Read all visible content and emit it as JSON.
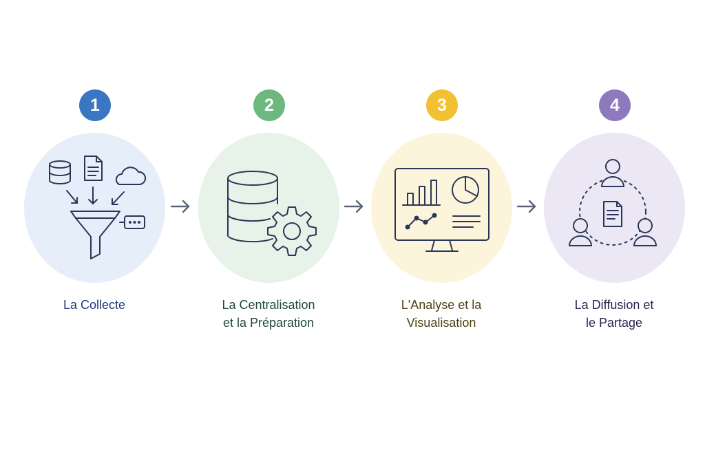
{
  "colors": {
    "line": "#2b3558",
    "arrow": "#5a6478"
  },
  "steps": [
    {
      "number": "1",
      "title_lines": [
        "La Collecte"
      ],
      "badge_color": "#3b76c2",
      "circle_color": "#e6eef9",
      "label_color": "#1e3a7a",
      "icon": "funnel-icon"
    },
    {
      "number": "2",
      "title_lines": [
        "La Centralisation",
        "et la Préparation"
      ],
      "badge_color": "#6db87e",
      "circle_color": "#e7f2e8",
      "label_color": "#1f4a35",
      "icon": "database-gear-icon"
    },
    {
      "number": "3",
      "title_lines": [
        "L'Analyse et la",
        "Visualisation"
      ],
      "badge_color": "#f2c133",
      "circle_color": "#fcf5dc",
      "label_color": "#4f3f12",
      "icon": "dashboard-monitor-icon"
    },
    {
      "number": "4",
      "title_lines": [
        "La Diffusion et",
        "le Partage"
      ],
      "badge_color": "#8e79bd",
      "circle_color": "#ece7f4",
      "label_color": "#2c2350",
      "icon": "sharing-network-icon"
    }
  ]
}
